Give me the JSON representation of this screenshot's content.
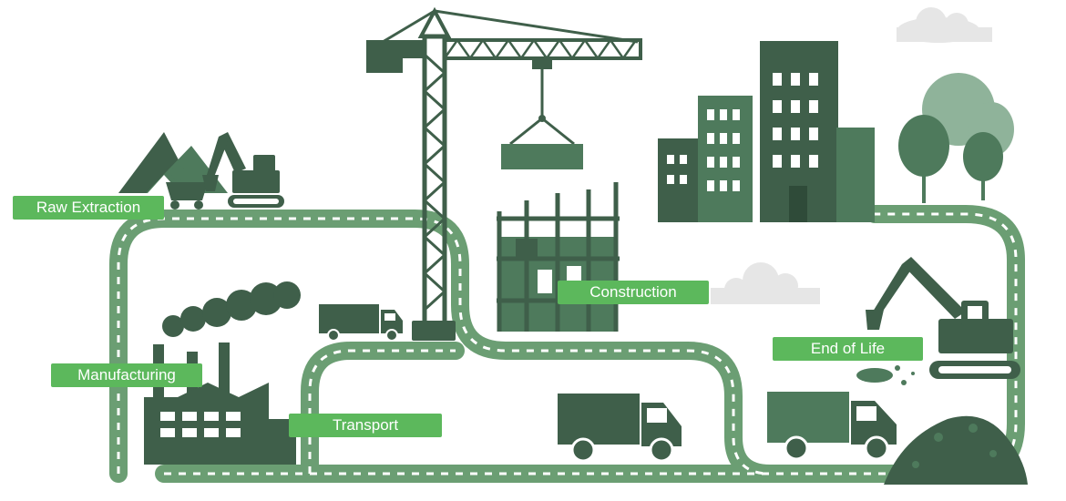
{
  "colors": {
    "road": "#6b9e73",
    "road_dash": "#ffffff",
    "dark": "#3f5f4a",
    "mid": "#4e7a5c",
    "light_tree": "#8fb39a",
    "cloud": "#e6e6e6",
    "label_bg": "#5cb85c",
    "label_text": "#ffffff"
  },
  "stages": {
    "raw_extraction": "Raw Extraction",
    "manufacturing": "Manufacturing",
    "transport": "Transport",
    "construction": "Construction",
    "end_of_life": "End of Life"
  },
  "icons": [
    "mountain-icon",
    "mining-cart-icon",
    "excavator-icon",
    "tower-crane-icon",
    "building-frame-icon",
    "city-buildings-icon",
    "tree-icon",
    "factory-icon",
    "smoke-icon",
    "truck-icon",
    "demolition-excavator-icon",
    "rubble-pile-icon",
    "cloud-icon"
  ]
}
